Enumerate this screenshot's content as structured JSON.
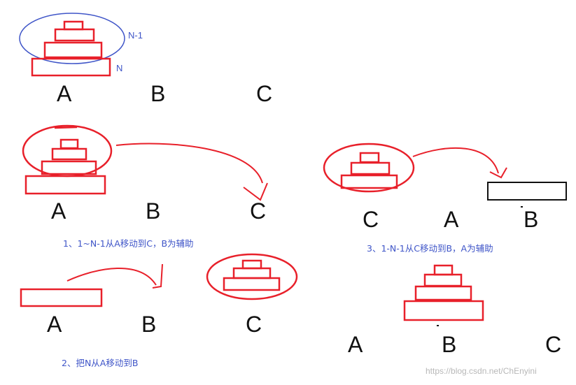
{
  "colors": {
    "disk": "#e8202a",
    "ellipse_blue": "#3f55c8",
    "peg_label": "#111111",
    "caption": "#3f55c8",
    "moved_disk": "#111111",
    "watermark": "#b8b8b8"
  },
  "panel_initial": {
    "label_n_minus_1": "N-1",
    "label_n": "N",
    "pegs": [
      "A",
      "B",
      "C"
    ]
  },
  "panel_step1": {
    "pegs": [
      "A",
      "B",
      "C"
    ],
    "caption": "1、1~N-1从A移动到C，B为辅助"
  },
  "panel_step2": {
    "pegs": [
      "A",
      "B",
      "C"
    ],
    "caption": "2、把N从A移动到B"
  },
  "panel_step3": {
    "pegs": [
      "C",
      "A",
      "B"
    ],
    "caption": "3、1-N-1从C移动到B，A为辅助"
  },
  "panel_final": {
    "pegs": [
      "A",
      "B",
      "C"
    ]
  },
  "watermark": "https://blog.csdn.net/ChEnyini"
}
